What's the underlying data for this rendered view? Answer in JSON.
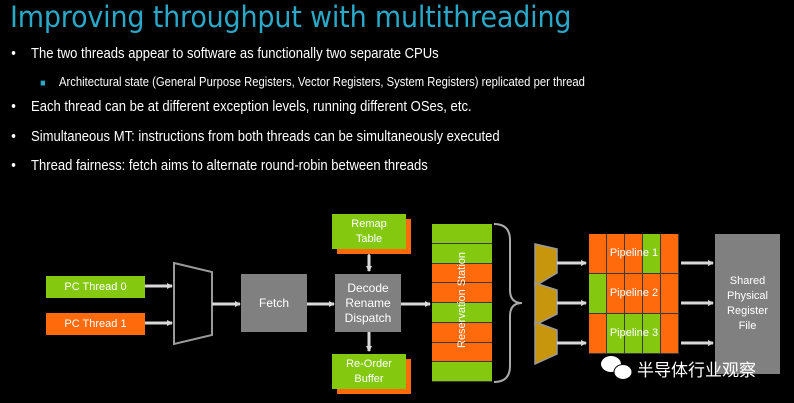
{
  "title": "Improving throughput with multithreading",
  "bullets": [
    {
      "level": 1,
      "text": "The two threads appear to software as functionally two separate CPUs"
    },
    {
      "level": 2,
      "text": "Architectural state (General Purpose Registers, Vector Registers, System Registers) replicated per thread"
    },
    {
      "level": 1,
      "text": "Each thread can be at different exception levels, running different OSes, etc."
    },
    {
      "level": 1,
      "text": "Simultaneous MT: instructions from both threads can be simultaneously executed"
    },
    {
      "level": 1,
      "text": "Thread fairness: fetch aims to alternate round-robin between threads"
    }
  ],
  "bullet_glyph": "•",
  "diagram": {
    "pc_thread_0": "PC Thread 0",
    "pc_thread_1": "PC Thread 1",
    "fetch": "Fetch",
    "decode": [
      "Decode",
      "Rename",
      "Dispatch"
    ],
    "remap_table": [
      "Remap",
      "Table"
    ],
    "reorder_buffer": [
      "Re-Order",
      "Buffer"
    ],
    "reservation_station": "Reservation Station",
    "reservation_station_entries": [
      "thread0",
      "thread0",
      "thread1",
      "thread1",
      "thread0",
      "thread1",
      "thread1",
      "thread0"
    ],
    "pipelines": [
      {
        "label": "Pipeline 1",
        "stages": [
          "thread1",
          "thread1",
          "thread1",
          "thread0",
          "thread1"
        ]
      },
      {
        "label": "Pipeline 2",
        "stages": [
          "thread0",
          "thread1",
          "thread1",
          "thread1",
          "thread1"
        ]
      },
      {
        "label": "Pipeline 3",
        "stages": [
          "thread1",
          "thread0",
          "thread0",
          "thread0",
          "thread1"
        ]
      }
    ],
    "register_file": [
      "Shared",
      "Physical",
      "Register",
      "File"
    ]
  },
  "colors": {
    "title": "#29a8c7",
    "thread0": "#84c80f",
    "thread1": "#ff6a0d",
    "unit": "#808080",
    "mux_issue": "#c8960c",
    "arrow": "#d9d9d9"
  },
  "watermark": "半导体行业观察"
}
